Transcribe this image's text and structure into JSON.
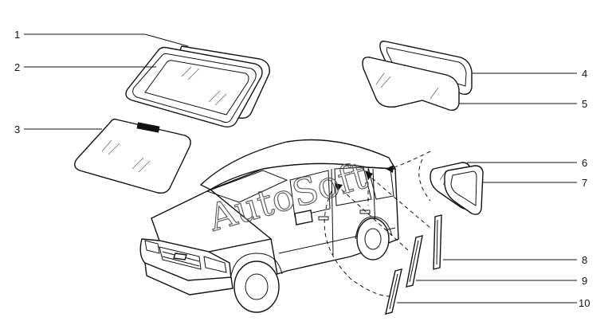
{
  "watermark": "AutoSoft",
  "callouts": [
    {
      "number": "1"
    },
    {
      "number": "2"
    },
    {
      "number": "3"
    },
    {
      "number": "4"
    },
    {
      "number": "5"
    },
    {
      "number": "6"
    },
    {
      "number": "7"
    },
    {
      "number": "8"
    },
    {
      "number": "9"
    },
    {
      "number": "10"
    }
  ]
}
